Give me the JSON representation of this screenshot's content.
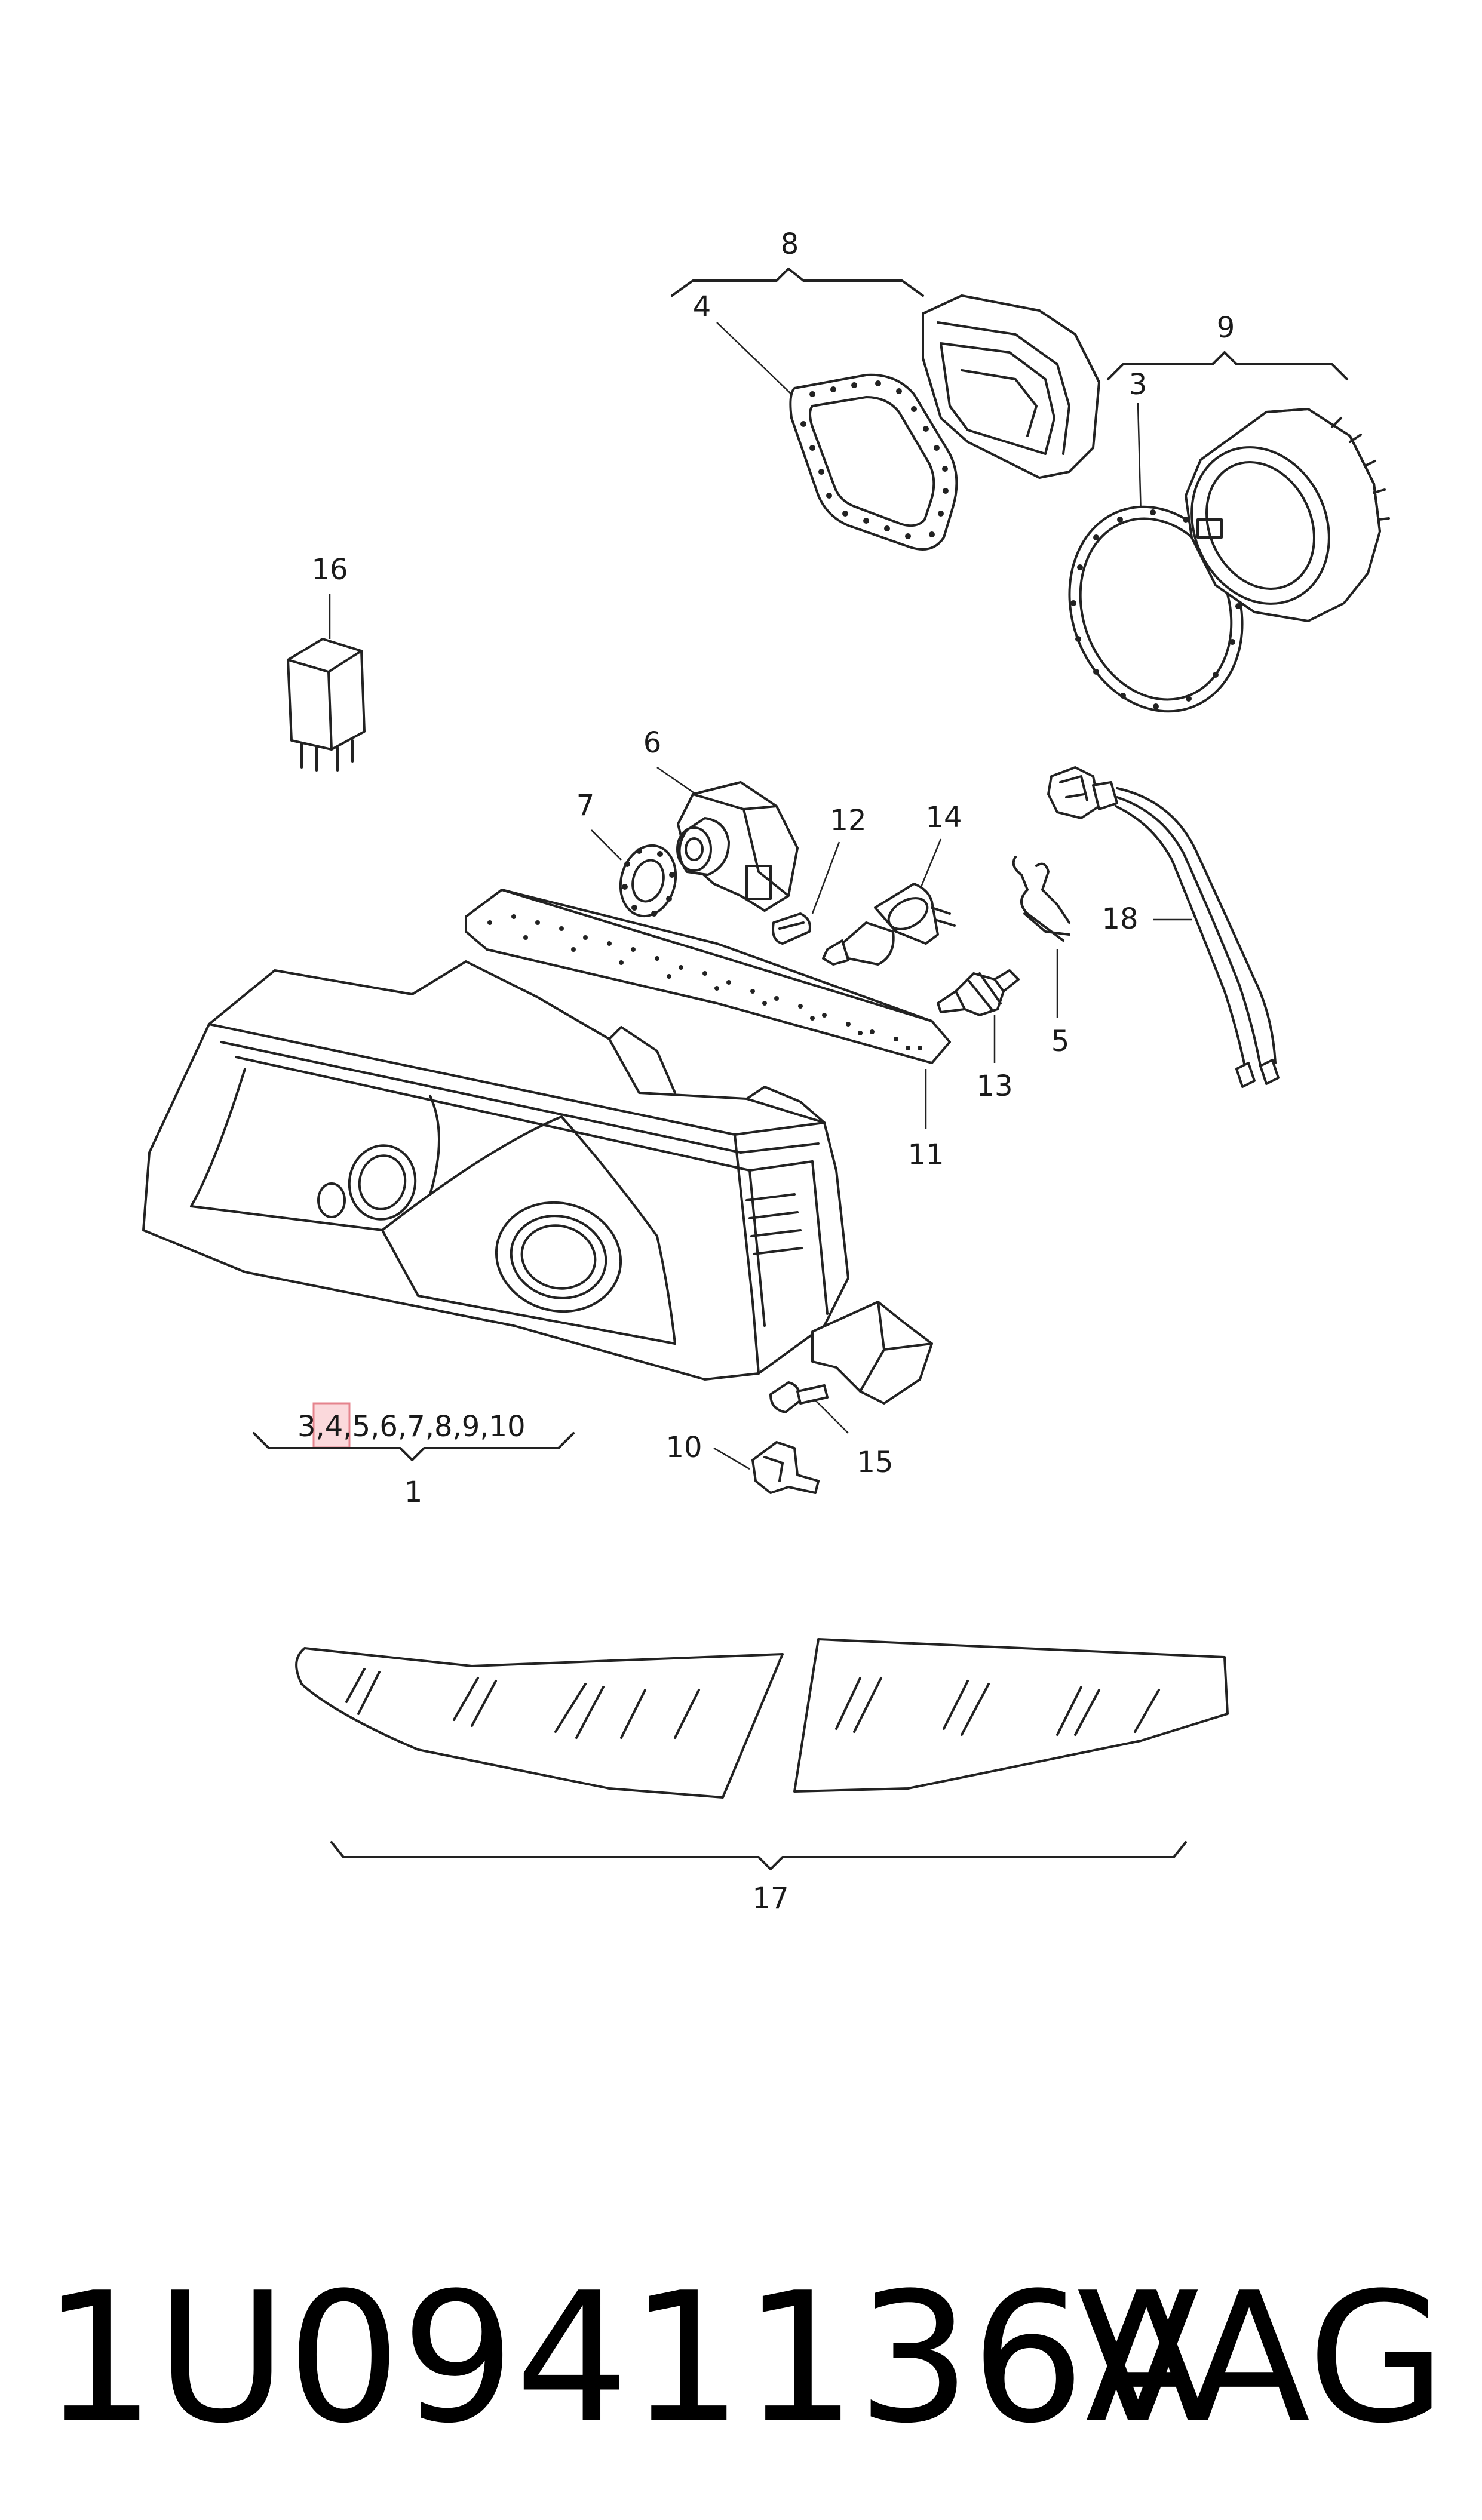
{
  "callouts": {
    "c1": "1",
    "c3": "3",
    "c4": "4",
    "c5": "5",
    "c6": "6",
    "c7": "7",
    "c8": "8",
    "c9": "9",
    "c10": "10",
    "c11": "11",
    "c12": "12",
    "c13": "13",
    "c14": "14",
    "c15": "15",
    "c16": "16",
    "c17": "17",
    "c18": "18"
  },
  "group_list": {
    "before": "3,",
    "highlighted": "4",
    "after": ",5,6,7,8,9,10"
  },
  "footer": {
    "part_number": "1U0941136A",
    "brand": "VAG"
  },
  "colors": {
    "line": "#222222",
    "highlight_fill": "#fbd9dc",
    "highlight_stroke": "#e5838d"
  }
}
